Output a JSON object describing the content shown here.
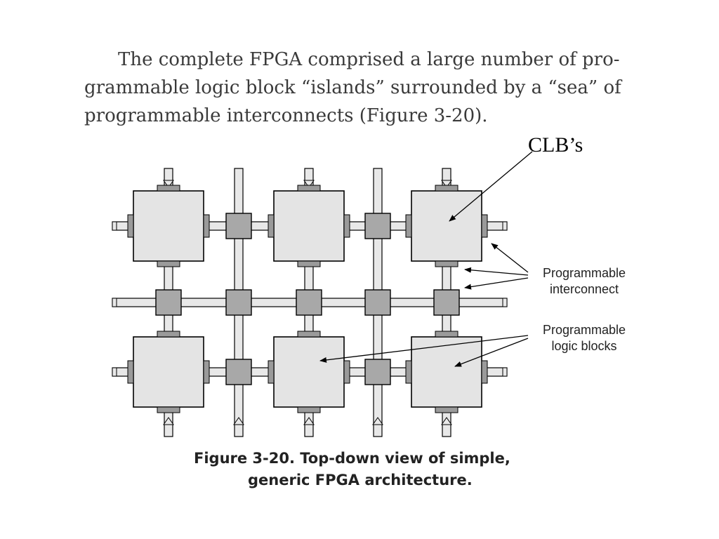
{
  "intro": {
    "line1": "The complete FPGA comprised a large number of pro-",
    "line2": "grammable logic block “islands” surrounded by a “sea” of",
    "line3": "programmable interconnects (Figure 3-20)."
  },
  "diagram": {
    "clb_annotation": "CLB’s",
    "callout_interconnect": [
      "Programmable",
      "interconnect"
    ],
    "callout_logic_blocks": [
      "Programmable",
      "logic blocks"
    ],
    "grid": {
      "logic_block_rows": 2,
      "logic_block_cols": 3
    },
    "colors": {
      "logic_block": "#e4e4e4",
      "switch_box": "#a8a8a8",
      "connector": "#9a9a9a",
      "wire": "#e8e8e8",
      "outline": "#000000"
    }
  },
  "caption": {
    "line1": "Figure 3-20. Top-down view of simple,",
    "line2": "generic FPGA architecture."
  }
}
